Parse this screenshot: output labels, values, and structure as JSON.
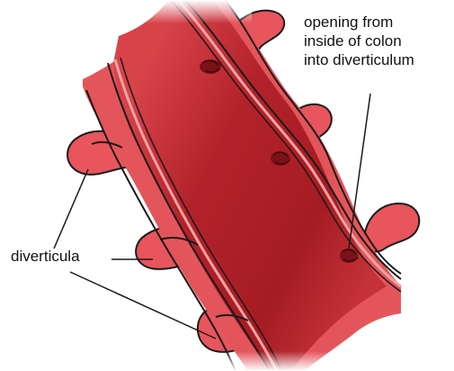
{
  "labels": {
    "opening": {
      "line1": "opening from",
      "line2": "inside of colon",
      "line3": "into diverticulum"
    },
    "diverticula": "diverticula"
  },
  "colors": {
    "colon_dark": "#a81b22",
    "colon_light": "#e4555b",
    "pouch": "#e8555c",
    "lining": "#f0a3a3",
    "outline": "#1a1a1a",
    "text": "#111111"
  }
}
